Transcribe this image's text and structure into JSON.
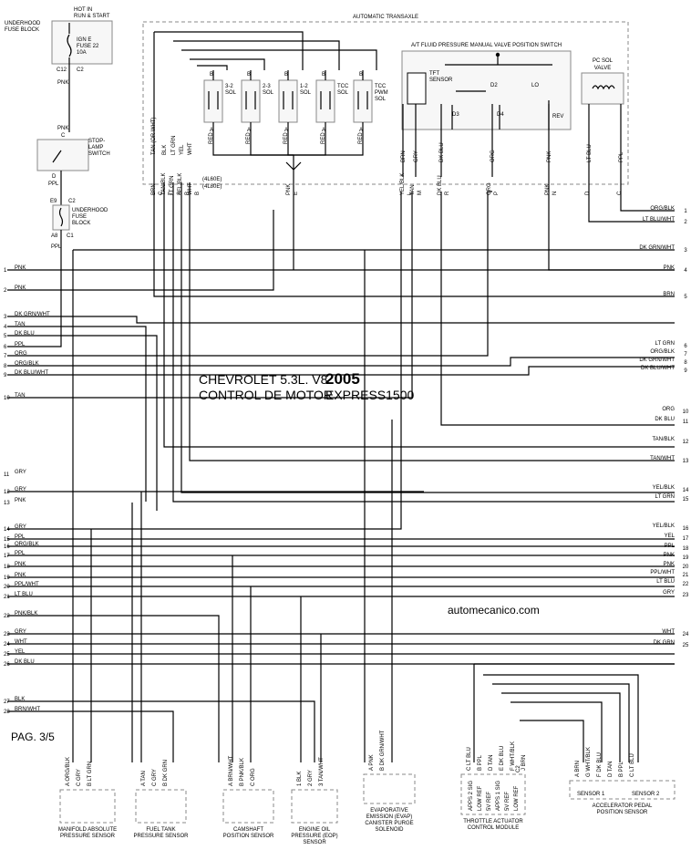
{
  "title": {
    "line1": "CHEVROLET 5.3L. V8",
    "year": "2005",
    "line2": "CONTROL DE MOTOR",
    "model": "EXPRESS1500"
  },
  "website": "automecanico.com",
  "page_label": "PAG. 3/5",
  "fuse": {
    "hot_in": "HOT IN",
    "run_start": "RUN & START",
    "block": [
      "UNDERHOOD",
      "FUSE BLOCK"
    ],
    "ign": "IGN E",
    "fuse": "FUSE 22",
    "amps": "10A",
    "c12": "C12",
    "c2": "C2",
    "wire": "PNK"
  },
  "stop_lamp": {
    "name": [
      "STOP-",
      "LAMP",
      "SWITCH"
    ],
    "pin_c": "C",
    "wire_in": "PNK",
    "pin_d": "D",
    "wire_out": "PPL"
  },
  "underhood2": {
    "name": [
      "UNDERHOOD",
      "FUSE",
      "BLOCK"
    ],
    "e9": "E9",
    "c2": "C2",
    "a8": "A8",
    "c1": "C1",
    "wire": "PPL"
  },
  "transaxle": {
    "title": "AUTOMATIC TRANSAXLE",
    "solenoids": [
      {
        "top": "B",
        "name": [
          "3-2",
          "SOL"
        ],
        "bottom": "A",
        "wire": "RED"
      },
      {
        "top": "B",
        "name": [
          "2-3",
          "SOL"
        ],
        "bottom": "A",
        "wire": "RED"
      },
      {
        "top": "B",
        "name": [
          "1-2",
          "SOL"
        ],
        "bottom": "A",
        "wire": "RED"
      },
      {
        "top": "B",
        "name": [
          "TCC",
          "SOL"
        ],
        "bottom": "A",
        "wire": "RED"
      },
      {
        "top": "B",
        "name": [
          "TCC",
          "PWM",
          "SOL"
        ],
        "bottom": "A",
        "wire": "RED"
      }
    ],
    "af_switch": "A/T FLUID PRESSURE MANUAL VALVE POSITION SWITCH",
    "tft": [
      "TFT",
      "SENSOR"
    ],
    "positions": [
      "D2",
      "LO",
      "D3",
      "D4",
      "REV"
    ],
    "pc_sol": [
      "PC SOL",
      "VALVE"
    ],
    "wires_vertical": [
      "TAN (OR WHT)",
      "BLK",
      "LT GRN",
      "YEL",
      "WHT"
    ],
    "variants": [
      "(4L60E)",
      "(4L80E)"
    ],
    "right_wires": [
      "BRN",
      "GRY",
      "DK BLU",
      "ORG",
      "PNK",
      "LT BLU",
      "PPL"
    ],
    "connector_pins": [
      "BRN",
      "C",
      "TAN/BLK",
      "T",
      "LT GRN",
      "A",
      "YEL/BLK",
      "B",
      "WHT",
      "B",
      "PNK",
      "E",
      "YEL/BLK",
      "L",
      "TAN",
      "M",
      "DK BLU",
      "R",
      "ORG",
      "P",
      "PNK",
      "N",
      "D",
      "C"
    ]
  },
  "left_wires": [
    {
      "n": "1",
      "c": "PNK"
    },
    {
      "n": "2",
      "c": "PNK"
    },
    {
      "n": "3",
      "c": "DK GRN/WHT"
    },
    {
      "n": "4",
      "c": "TAN"
    },
    {
      "n": "5",
      "c": "DK BLU"
    },
    {
      "n": "6",
      "c": "PPL"
    },
    {
      "n": "7",
      "c": "ORG"
    },
    {
      "n": "8",
      "c": "ORG/BLK"
    },
    {
      "n": "9",
      "c": "DK BLU/WHT"
    },
    {
      "n": "10",
      "c": "TAN"
    },
    {
      "n": "11",
      "c": "GRY"
    },
    {
      "n": "12",
      "c": "GRY"
    },
    {
      "n": "13",
      "c": "PNK"
    },
    {
      "n": "14",
      "c": "GRY"
    },
    {
      "n": "15",
      "c": "PPL"
    },
    {
      "n": "16",
      "c": "ORG/BLK"
    },
    {
      "n": "17",
      "c": "PPL"
    },
    {
      "n": "18",
      "c": "PNK"
    },
    {
      "n": "19",
      "c": "PNK"
    },
    {
      "n": "20",
      "c": "PPL/WHT"
    },
    {
      "n": "21",
      "c": "LT BLU"
    },
    {
      "n": "22",
      "c": "PNK/BLK"
    },
    {
      "n": "23",
      "c": "GRY"
    },
    {
      "n": "24",
      "c": "WHT"
    },
    {
      "n": "25",
      "c": "YEL"
    },
    {
      "n": "26",
      "c": "DK BLU"
    },
    {
      "n": "27",
      "c": "BLK"
    },
    {
      "n": "28",
      "c": "BRN/WHT"
    }
  ],
  "right_wires": [
    {
      "n": "1",
      "c": "ORG/BLK"
    },
    {
      "n": "2",
      "c": "LT BLU/WHT"
    },
    {
      "n": "3",
      "c": "DK GRN/WHT"
    },
    {
      "n": "4",
      "c": "PNK"
    },
    {
      "n": "5",
      "c": "BRN"
    },
    {
      "n": "6",
      "c": "LT GRN"
    },
    {
      "n": "7",
      "c": "ORG/BLK"
    },
    {
      "n": "8",
      "c": "DK GRN/WHT"
    },
    {
      "n": "9",
      "c": "DK BLU/WHT"
    },
    {
      "n": "10",
      "c": "ORG"
    },
    {
      "n": "11",
      "c": "DK BLU"
    },
    {
      "n": "12",
      "c": "TAN/BLK"
    },
    {
      "n": "13",
      "c": "TAN/WHT"
    },
    {
      "n": "14",
      "c": "YEL/BLK"
    },
    {
      "n": "15",
      "c": "LT GRN"
    },
    {
      "n": "16",
      "c": "YEL/BLK"
    },
    {
      "n": "17",
      "c": "YEL"
    },
    {
      "n": "18",
      "c": "PPL"
    },
    {
      "n": "19",
      "c": "PNK"
    },
    {
      "n": "20",
      "c": "PNK"
    },
    {
      "n": "21",
      "c": "PPL/WHT"
    },
    {
      "n": "22",
      "c": "LT BLU"
    },
    {
      "n": "23",
      "c": "GRY"
    },
    {
      "n": "24",
      "c": "WHT"
    },
    {
      "n": "25",
      "c": "DK GRN"
    }
  ],
  "sensors": [
    {
      "name": [
        "MANIFOLD ABSOLUTE",
        "PRESSURE SENSOR"
      ],
      "pins": [
        "A",
        "ORG/BLK",
        "C",
        "GRY",
        "B",
        "LT GRN"
      ]
    },
    {
      "name": [
        "FUEL TANK",
        "PRESSURE SENSOR"
      ],
      "pins": [
        "A",
        "TAN",
        "C",
        "GRY",
        "B",
        "DK GRN"
      ]
    },
    {
      "name": [
        "CAMSHAFT",
        "POSITION SENSOR"
      ],
      "pins": [
        "A",
        "BRN/WHT",
        "B",
        "PNK/BLK",
        "C",
        "ORG"
      ]
    },
    {
      "name": [
        "ENGINE OIL",
        "PRESSURE (EOP)",
        "SENSOR"
      ],
      "pins": [
        "1",
        "BLK",
        "2",
        "GRY",
        "3",
        "TAN/WHT"
      ]
    },
    {
      "name": [
        "EVAPORATIVE",
        "EMISSION (EVAP)",
        "CANISTER PURGE",
        "SOLENOID"
      ],
      "pins": [
        "A",
        "PNK",
        "B",
        "DK GRN/WHT"
      ]
    },
    {
      "name": [
        "THROTTLE ACTUATOR",
        "CONTROL MODULE"
      ],
      "pins": [
        "C",
        "LT BLU",
        "B",
        "PPL",
        "D",
        "TAN",
        "E",
        "DK BLU",
        "F",
        "WHT/BLK",
        "J",
        "BRN"
      ],
      "inner": [
        "APPS 2 SIG",
        "LOW REF",
        "5V REF",
        "APPS 1 SIG",
        "5V REF",
        "LOW REF"
      ],
      "conn": "C2"
    },
    {
      "name": [
        "ACCELERATOR PEDAL",
        "POSITION SENSOR"
      ],
      "pins": [
        "A",
        "BRN",
        "G",
        "WHT/BLK",
        "F",
        "DK BLU",
        "D",
        "TAN",
        "B",
        "PPL",
        "C",
        "LT BLU"
      ],
      "inner": [
        "SENSOR 1",
        "SENSOR 2"
      ]
    }
  ]
}
